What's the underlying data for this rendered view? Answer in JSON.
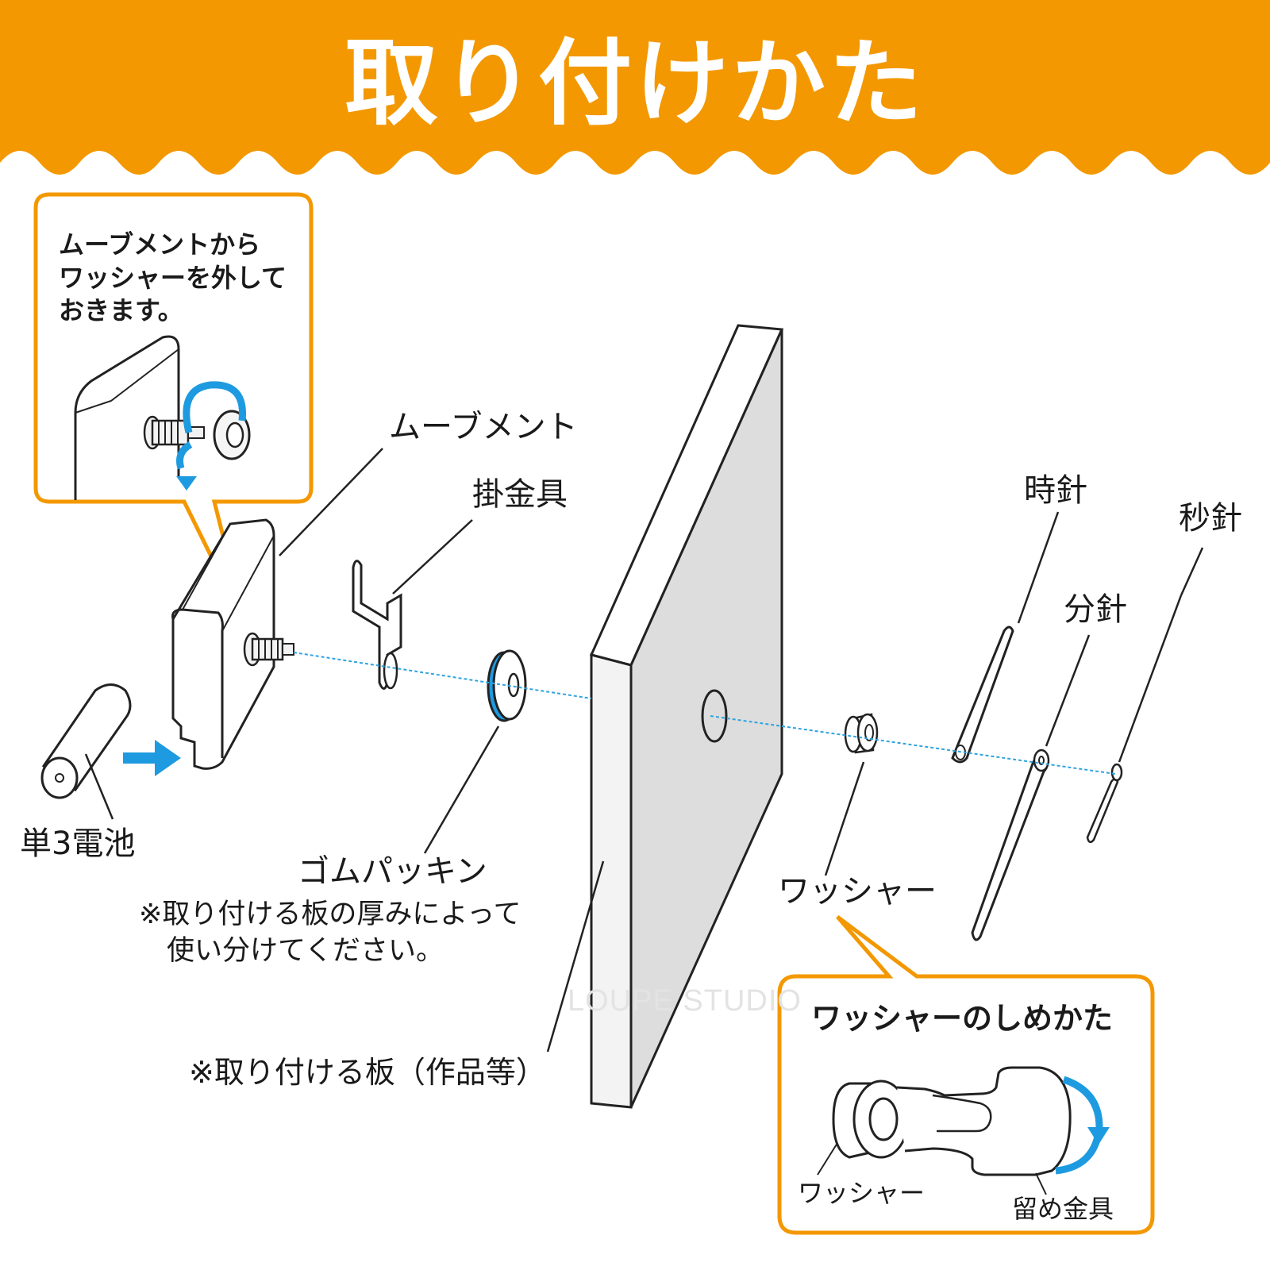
{
  "banner": {
    "title": "取り付けかた",
    "color": "#F39800"
  },
  "callout_movement": {
    "text": "ムーブメントから\nワッシャーを外して\nおきます。"
  },
  "labels": {
    "movement": "ムーブメント",
    "hanger": "掛金具",
    "hour_hand": "時針",
    "second_hand": "秒針",
    "minute_hand": "分針",
    "battery": "単3電池",
    "rubber_packing": "ゴムパッキン",
    "packing_note": "※取り付ける板の厚みによって\n　使い分けてください。",
    "washer": "ワッシャー",
    "board": "※取り付ける板（作品等）"
  },
  "callout_washer": {
    "title": "ワッシャーのしめかた",
    "washer_label": "ワッシャー",
    "clamp_label": "留め金具"
  },
  "watermark": "LOUPE STUDIO",
  "colors": {
    "accent_orange": "#F39800",
    "arrow_blue": "#1E9BE0",
    "axis_line": "#2FA3E0",
    "board_face": "#DDDDDD",
    "outline": "#222222"
  },
  "icons": [
    "rotate-arrow-icon",
    "insert-arrow-icon"
  ]
}
